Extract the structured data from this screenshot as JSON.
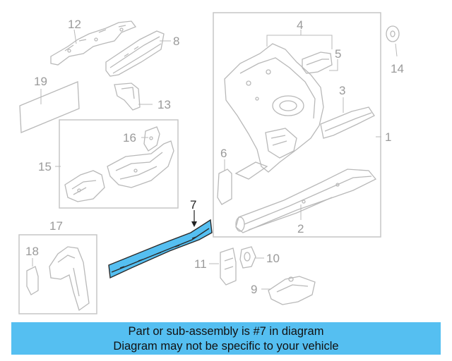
{
  "diagram": {
    "highlight_part": "7",
    "highlight_color": "#55bff1",
    "callouts": {
      "c1": "1",
      "c2": "2",
      "c3": "3",
      "c4": "4",
      "c5": "5",
      "c6": "6",
      "c7": "7",
      "c8": "8",
      "c9": "9",
      "c10": "10",
      "c11": "11",
      "c12": "12",
      "c13": "13",
      "c14": "14",
      "c15": "15",
      "c16": "16",
      "c17": "17",
      "c18": "18",
      "c19": "19"
    }
  },
  "banner": {
    "line1": "Part or sub-assembly is #7 in diagram",
    "line2": "Diagram may not be specific to your vehicle",
    "background": "#55bff1"
  }
}
